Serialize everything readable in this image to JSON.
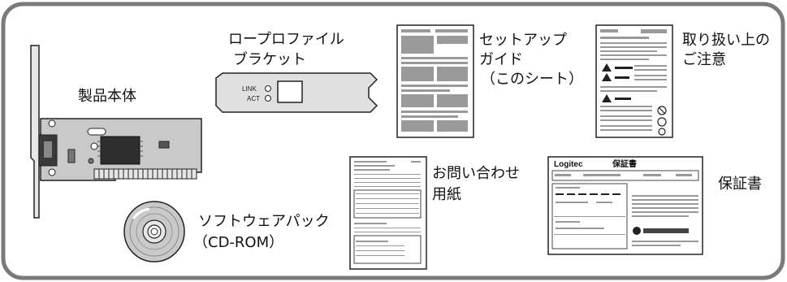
{
  "items": {
    "main_unit": {
      "label": "製品本体"
    },
    "low_profile_bracket": {
      "label_line1": "ロープロファイル",
      "label_line2": "ブラケット",
      "led_link": "LINK",
      "led_act": "ACT"
    },
    "setup_guide": {
      "label_line1": "セットアップ",
      "label_line2": "ガイド",
      "label_line3": "（このシート）"
    },
    "safety_notes": {
      "label_line1": "取り扱い上の",
      "label_line2": "ご注意"
    },
    "inquiry_form": {
      "label_line1": "お問い合わせ",
      "label_line2": "用紙"
    },
    "warranty": {
      "label": "保証書",
      "doc_brand": "Logitec",
      "doc_title": "保証書"
    },
    "software_pack": {
      "label_line1": "ソフトウェアパック",
      "label_line2": "（CD-ROM）"
    }
  },
  "colors": {
    "frame": "#7a7a7a",
    "line": "#222222",
    "card": "#c9c9c9",
    "chip": "#3a3a3a"
  }
}
